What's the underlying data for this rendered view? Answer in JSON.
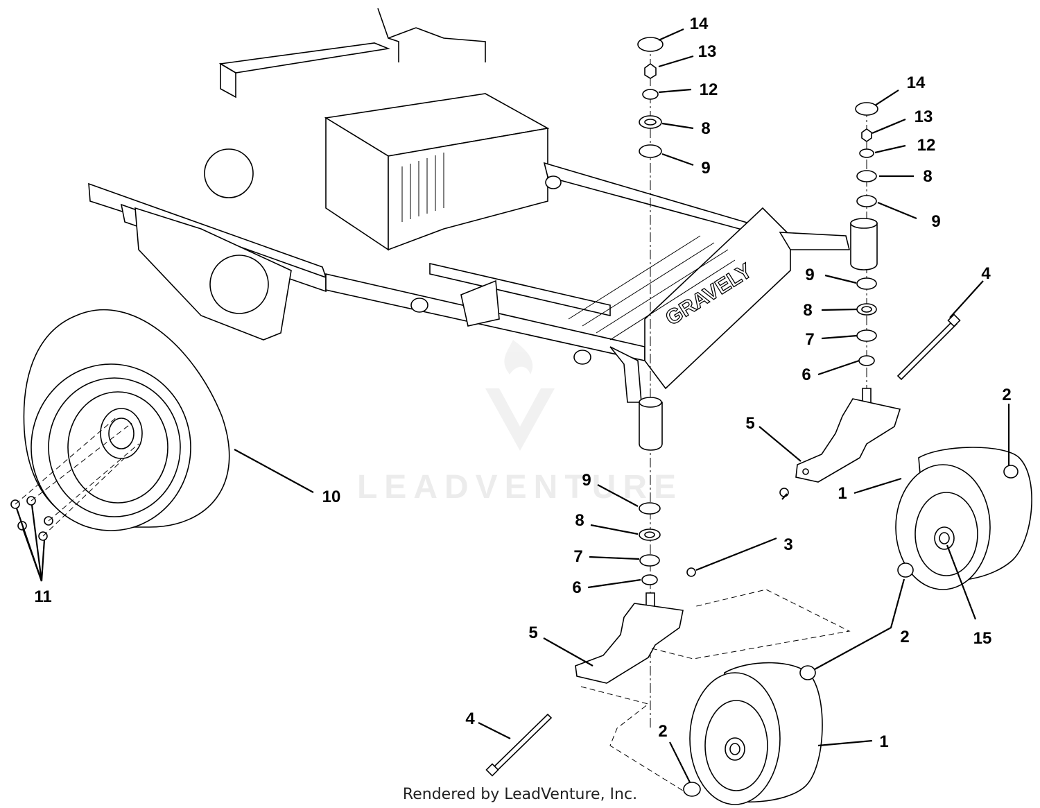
{
  "callouts": [
    {
      "id": "c14a",
      "text": "14"
    },
    {
      "id": "c13a",
      "text": "13"
    },
    {
      "id": "c12a",
      "text": "12"
    },
    {
      "id": "c8a",
      "text": "8"
    },
    {
      "id": "c9a",
      "text": "9"
    },
    {
      "id": "c14b",
      "text": "14"
    },
    {
      "id": "c13b",
      "text": "13"
    },
    {
      "id": "c12b",
      "text": "12"
    },
    {
      "id": "c8b",
      "text": "8"
    },
    {
      "id": "c9b",
      "text": "9"
    },
    {
      "id": "c9c",
      "text": "9"
    },
    {
      "id": "c8c",
      "text": "8"
    },
    {
      "id": "c7a",
      "text": "7"
    },
    {
      "id": "c6a",
      "text": "6"
    },
    {
      "id": "c4a",
      "text": "4"
    },
    {
      "id": "c2a",
      "text": "2"
    },
    {
      "id": "c5a",
      "text": "5"
    },
    {
      "id": "c1a",
      "text": "1"
    },
    {
      "id": "c10",
      "text": "10"
    },
    {
      "id": "c11",
      "text": "11"
    },
    {
      "id": "c9d",
      "text": "9"
    },
    {
      "id": "c8d",
      "text": "8"
    },
    {
      "id": "c7b",
      "text": "7"
    },
    {
      "id": "c6b",
      "text": "6"
    },
    {
      "id": "c3",
      "text": "3"
    },
    {
      "id": "c15",
      "text": "15"
    },
    {
      "id": "c2b",
      "text": "2"
    },
    {
      "id": "c5b",
      "text": "5"
    },
    {
      "id": "c4b",
      "text": "4"
    },
    {
      "id": "c2c",
      "text": "2"
    },
    {
      "id": "c1b",
      "text": "1"
    }
  ],
  "frame_brand": "GRAVELY",
  "watermark": "LEADVENTURE",
  "footer": "Rendered by LeadVenture, Inc.",
  "colors": {
    "line": "#000000",
    "background": "#ffffff",
    "watermark": "#ececec"
  }
}
